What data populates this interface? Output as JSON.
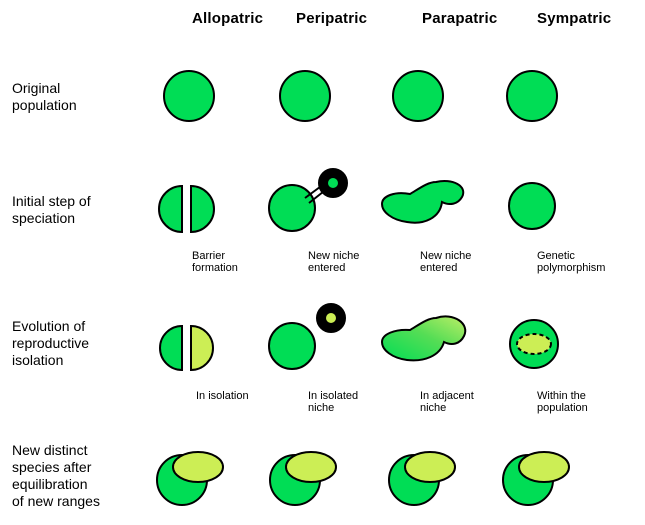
{
  "columns": [
    "Allopatric",
    "Peripatric",
    "Parapatric",
    "Sympatric"
  ],
  "rows": [
    "Original\npopulation",
    "Initial step of\nspeciation",
    "Evolution of\nreproductive\nisolation",
    "New distinct\nspecies after\nequilibration\nof new ranges"
  ],
  "captions_step1": [
    "Barrier\nformation",
    "New niche\nentered",
    "New niche\nentered",
    "Genetic\npolymorphism"
  ],
  "captions_step2": [
    "In isolation",
    "In isolated\nniche",
    "In adjacent\nniche",
    "Within the\npopulation"
  ],
  "colors": {
    "population": "#00dd55",
    "new_species": "#ccee55",
    "outline": "#000000",
    "niche": "#000000"
  }
}
